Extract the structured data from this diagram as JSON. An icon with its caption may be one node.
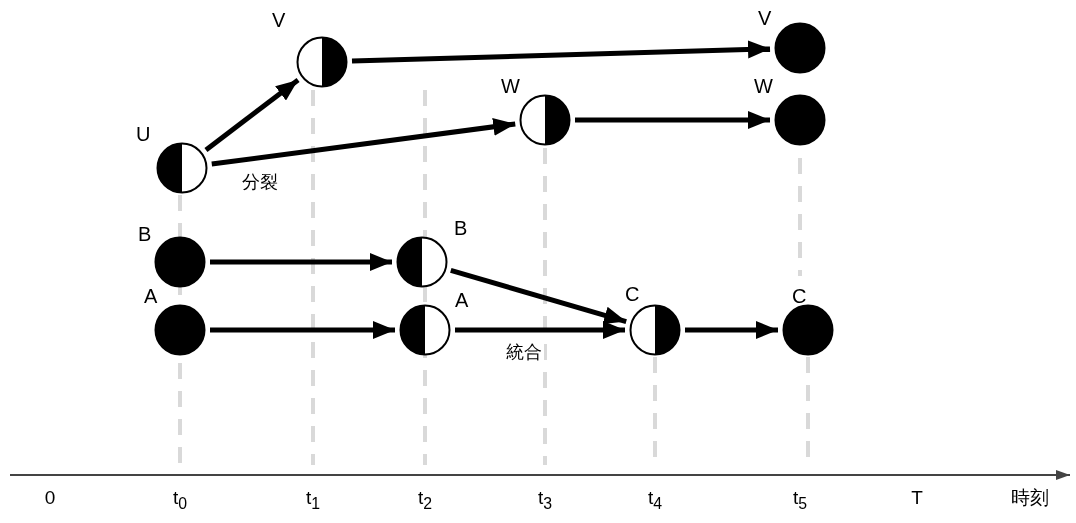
{
  "diagram": {
    "nodes": [
      {
        "text": [
          "V"
        ]
      },
      {
        "text": [
          "V"
        ]
      },
      {
        "text": [
          "U"
        ]
      },
      {
        "text": [
          "W"
        ]
      },
      {
        "text": [
          "W"
        ]
      },
      {
        "text": [
          "B"
        ]
      },
      {
        "text": [
          "B"
        ]
      },
      {
        "text": [
          "A"
        ]
      },
      {
        "text": [
          "A"
        ]
      },
      {
        "text": [
          "C"
        ]
      },
      {
        "text": [
          "C"
        ]
      }
    ],
    "edges": [
      {
        "from": 2,
        "to": 0,
        "arrow": "to"
      },
      {
        "from": 2,
        "to": 3,
        "arrow": "to",
        "label": "分裂"
      },
      {
        "from": 0,
        "to": 1,
        "arrow": "to"
      },
      {
        "from": 3,
        "to": 4,
        "arrow": "to"
      },
      {
        "from": 5,
        "to": 6,
        "arrow": "to"
      },
      {
        "from": 7,
        "to": 8,
        "arrow": "to"
      },
      {
        "from": 6,
        "to": 9,
        "arrow": "to"
      },
      {
        "from": 8,
        "to": 9,
        "arrow": "to",
        "label": "統合"
      },
      {
        "from": 9,
        "to": 10,
        "arrow": "to"
      }
    ],
    "labels": [
      "0",
      "t$_{0}$",
      "t$_{1}$",
      "t$_{2}$",
      "t$_{3}$",
      "t$_{4}$",
      "t$_{5}$",
      "T",
      "時刻"
    ]
  }
}
